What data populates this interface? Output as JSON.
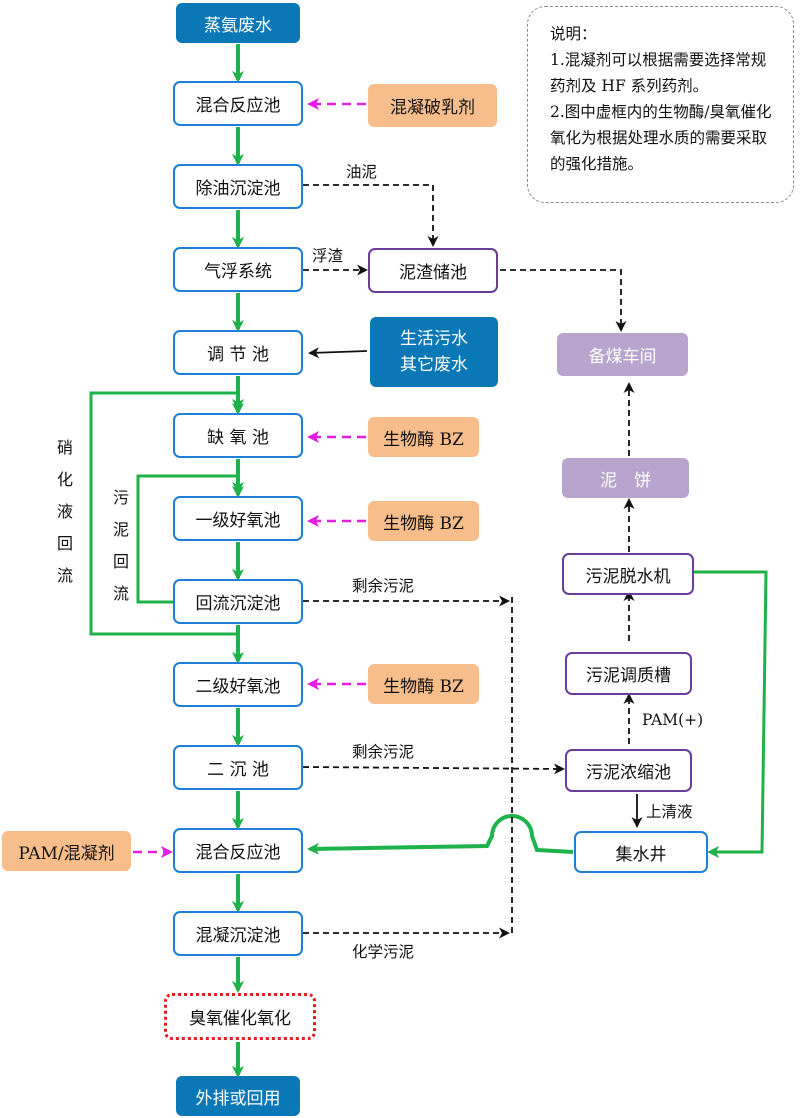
{
  "process_boxes": {
    "source": "蒸氨废水",
    "mix_reaction_1": "混合反应池",
    "oil_settling": "除油沉淀池",
    "flotation": "气浮系统",
    "regulation": "调 节 池",
    "anoxic": "缺 氧 池",
    "aerobic_1": "一级好氧池",
    "return_settling": "回流沉淀池",
    "aerobic_2": "二级好氧池",
    "secondary_settling": "二 沉 池",
    "mix_reaction_2": "混合反应池",
    "coag_settling": "混凝沉淀池",
    "ozone": "臭氧催化氧化",
    "discharge": "外排或回用"
  },
  "additives": {
    "demulsifier": "混凝破乳剂",
    "enzyme_1": "生物酶 BZ",
    "enzyme_2": "生物酶 BZ",
    "enzyme_3": "生物酶 BZ",
    "pam": "PAM/混凝剂",
    "other_water_line1": "生活污水",
    "other_water_line2": "其它废水"
  },
  "sludge_boxes": {
    "scum_tank": "泥渣储池",
    "coal_workshop": "备煤车间",
    "cake": "泥　饼",
    "dewater": "污泥脱水机",
    "conditioning": "污泥调质槽",
    "thickener": "污泥浓缩池",
    "collection_well": "集水井"
  },
  "flow_labels": {
    "oil_sludge": "油泥",
    "scum": "浮渣",
    "excess_sludge_1": "剩余污泥",
    "excess_sludge_2": "剩余污泥",
    "chemical_sludge": "化学污泥",
    "pam_plus": "PAM(+)",
    "supernatant": "上清液",
    "nitrate_return": "硝化液回流",
    "sludge_return": "污泥回流"
  },
  "note": {
    "title": "说明：",
    "line1": "1.混凝剂可以根据需要选择常规药剂及 HF 系列药剂。",
    "line2": "2.图中虚框内的生物酶/臭氧催化氧化为根据处理水质的需要采取的强化措施。"
  },
  "colors": {
    "main_flow": "#1fb14a",
    "dosing": "#e61ee0",
    "sludge_flow": "#111111",
    "box_border": "#1f7fd6",
    "sludge_border": "#6a3d9a",
    "teal_fill": "#0a78b7",
    "orange_fill": "#f7be8c",
    "lavender_fill": "#b8a4cc",
    "ozone_border": "#e0201a"
  }
}
